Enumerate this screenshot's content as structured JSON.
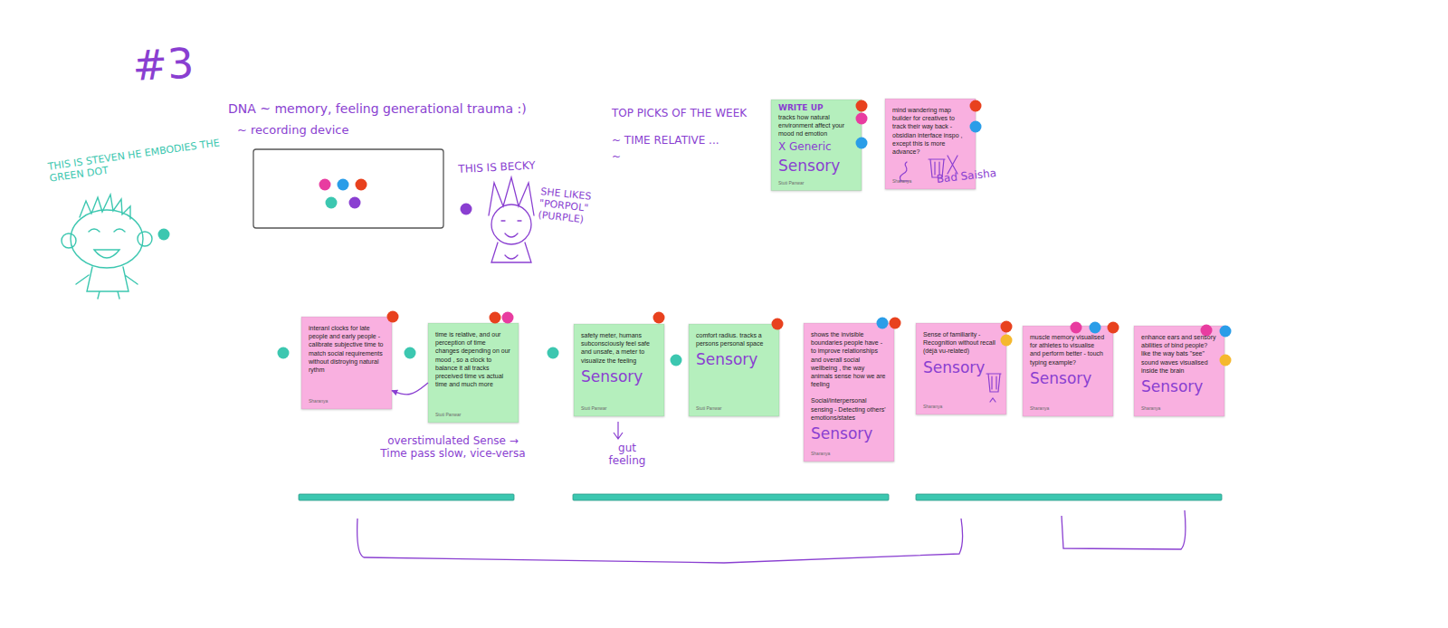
{
  "diagram": {
    "nodes": [
      {
        "text": [
          "WRITE UP",
          "tracks how natural environment affect your mood nd emotion",
          "X Generic",
          "Sensory",
          "Stuti Panwar"
        ]
      },
      {
        "text": [
          "mind wandering map builder for creatives to track their way back - obsidian interface inspo , except this is more advance?",
          "Sharanya"
        ]
      },
      {
        "text": [
          "interanl clocks for late people and early people - calibrate subjective time to match social requirements without distroying natural rythm",
          "Sharanya"
        ]
      },
      {
        "text": [
          "time is relative, and our perception of time changes depending on our mood , so a clock to balance it all tracks preceived time vs actual time and much more",
          "Stuti Panwar"
        ]
      },
      {
        "text": [
          "safety meter, humans subconsciously feel safe and unsafe, a meter to visualize the feeling",
          "Sensory",
          "Stuti Panwar"
        ]
      },
      {
        "text": [
          "comfort radius. tracks a persons personal space",
          "Sensory",
          "Stuti Panwar"
        ]
      },
      {
        "text": [
          "shows the invisible boundaries people have - to improve relationships and overall social wellbeing , the way animals sense how we are feeling",
          "Social/interpersonal sensing - Detecting others' emotions/states",
          "Sensory",
          "Sharanya"
        ]
      },
      {
        "text": [
          "Sense of familiarity - Recognition without recall (déjà vu-related)",
          "Sensory",
          "Sharanya"
        ]
      },
      {
        "text": [
          "muscle memory visualised for athletes to visualise and perform better - touch typing example?",
          "Sensory",
          "Sharanya"
        ]
      },
      {
        "text": [
          "enhance ears and sensory abilities of bind people? like the way bats \"see\" sound waves visualised inside the brain",
          "Sensory",
          "Sharanya"
        ]
      }
    ],
    "edges": [
      {
        "from": 3,
        "to": 2,
        "arrow": "to"
      }
    ],
    "labels": [
      "#3",
      "DNA ~ memory, feeling generational trauma :)",
      "~ recording device",
      "THIS IS STEVEN HE EMBODIES THE GREEN DOT",
      "THIS IS BECKY",
      "SHE LIKES \"PORPOL\" (PURPLE)",
      "TOP PICKS OF THE WEEK",
      "~ TIME RELATIVE ...",
      "~",
      "Bad Saisha",
      "overstimulated Sense → Time pass slow, vice-versa",
      "gut feeling"
    ]
  }
}
